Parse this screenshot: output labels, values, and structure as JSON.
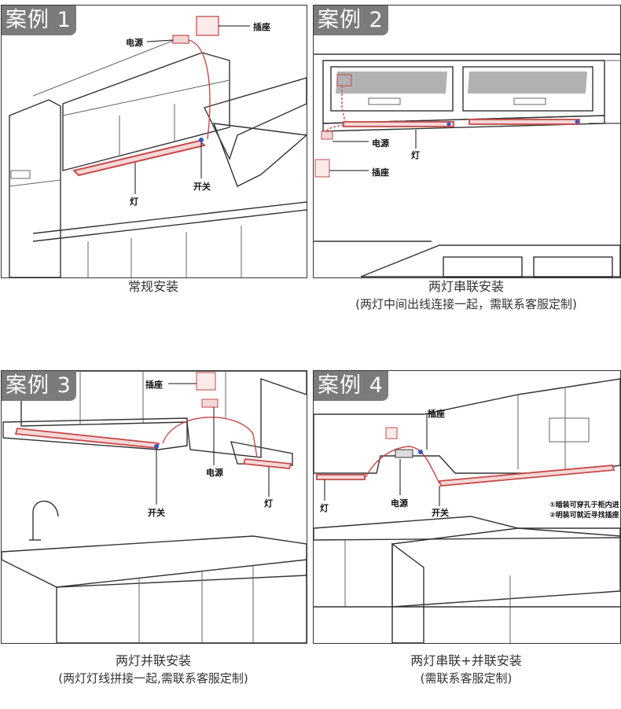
{
  "cases": [
    {
      "badge": "案例 1",
      "labels": {
        "power": "电源",
        "socket": "插座",
        "light": "灯",
        "switch": "开关"
      },
      "caption": "常规安装",
      "sub": ""
    },
    {
      "badge": "案例 2",
      "labels": {
        "power": "电源",
        "socket": "插座",
        "light": "灯"
      },
      "caption": "两灯串联安装",
      "sub": "(两灯中间出线连接一起，需联系客服定制)"
    },
    {
      "badge": "案例 3",
      "labels": {
        "socket": "插座",
        "power": "电源",
        "switch": "开关",
        "light": "灯"
      },
      "caption": "两灯并联安装",
      "sub": "(两灯灯线拼接一起,需联系客服定制)"
    },
    {
      "badge": "案例 4",
      "labels": {
        "socket": "插座",
        "light": "灯",
        "power": "电源",
        "switch": "开关",
        "note1": "①暗装可穿孔于柜内进",
        "note2": "②明装可就近寻找插座"
      },
      "caption": "两灯串联+并联安装",
      "sub": "(需联系客服定制)"
    }
  ],
  "colors": {
    "badge_bg": "#7b7b7b",
    "light_strip": "#c94a4a",
    "wire": "#c94a4a"
  }
}
